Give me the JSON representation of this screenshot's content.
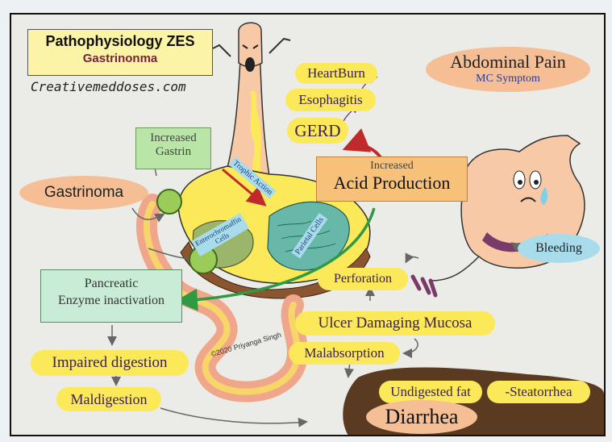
{
  "title": {
    "main": "Pathophysiology ZES",
    "sub": "Gastrinonma"
  },
  "website": "Creativemeddoses.com",
  "labels": {
    "abdominal_pain": "Abdominal Pain",
    "mc_symptom": "MC Symptom",
    "heartburn": "HeartBurn",
    "esophagitis": "Esophagitis",
    "gerd": "GERD",
    "increased": "Increased",
    "gastrin": "Gastrin",
    "acid_increased": "Increased",
    "acid_production": "Acid Production",
    "gastrinoma": "Gastrinoma",
    "trophic_action": "Trophic Action",
    "parietal_cells": "Parietal Cells",
    "entero_line1": "Enterochromaffin",
    "entero_line2": "Cells",
    "bleeding": "Bleeding",
    "perforation": "Perforation",
    "pancreatic": "Pancreatic",
    "enzyme_inactivation": "Enzyme inactivation",
    "ulcer": "Ulcer Damaging Mucosa",
    "malabsorption": "Malabsorption",
    "impaired_digestion": "Impaired digestion",
    "maldigestion": "Maldigestion",
    "undigested_fat": "Undigested fat",
    "steatorrhea": "-Steatorrhea",
    "diarrhea": "Diarrhea",
    "copyright": "©2020 Priyanga Singh"
  },
  "colors": {
    "background": "#ebece8",
    "highlight_yellow": "#fbe95a",
    "gastrin_box": "#b9e6a6",
    "acid_box": "#f7c17a",
    "pancreatic_box": "#c9ecd6",
    "orange_oval": "#f5be94",
    "blue_oval": "#a9dceb",
    "stomach_pink": "#f8c9a6",
    "tissue_brown": "#8a5530",
    "parietal_teal": "#67b8a8",
    "red_arrow": "#c02a2a",
    "green_arrow": "#2f9a43"
  }
}
